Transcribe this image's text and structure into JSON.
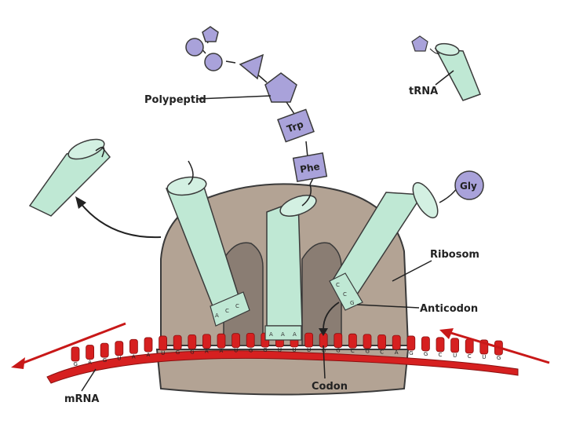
{
  "labels": {
    "polypeptide": "Polypeptid",
    "trna": "tRNA",
    "ribosome": "Ribosom",
    "anticodon": "Anticodon",
    "codon": "Codon",
    "mrna": "mRNA"
  },
  "amino_acids": {
    "trp": "Trp",
    "phe": "Phe",
    "gly": "Gly"
  },
  "anticodons": {
    "left": [
      "A",
      "C",
      "C"
    ],
    "middle": [
      "A",
      "A",
      "A"
    ],
    "right": [
      "C",
      "C",
      "G"
    ]
  },
  "mrna_bases": [
    "G",
    "A",
    "G",
    "U",
    "A",
    "A",
    "U",
    "G",
    "G",
    "A",
    "A",
    "U",
    "G",
    "G",
    "U",
    "U",
    "U",
    "G",
    "G",
    "C",
    "G",
    "C",
    "A",
    "G",
    "G",
    "C",
    "U",
    "C",
    "U",
    "G"
  ],
  "colors": {
    "trna_fill": "#bfe8d4",
    "ribosome_fill": "#b3a394",
    "amino_acid_fill": "#a9a2da",
    "mrna_red": "#d62020",
    "outline": "#3a3a3a"
  }
}
